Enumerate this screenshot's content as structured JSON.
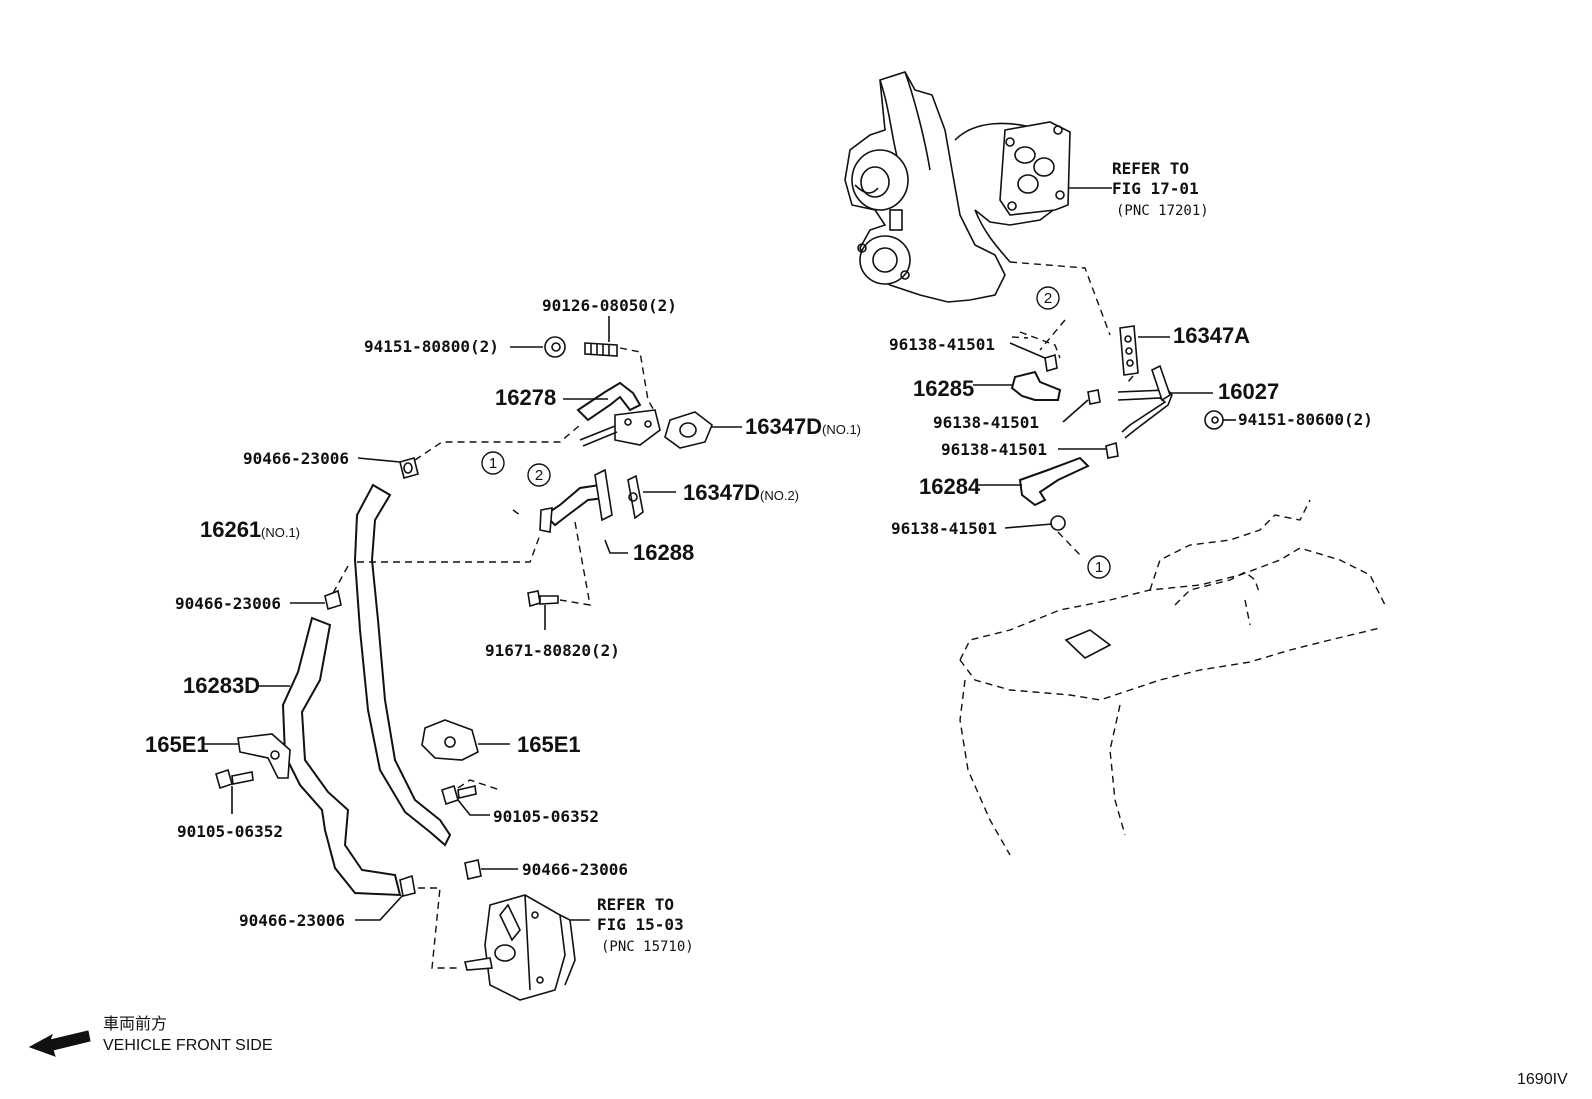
{
  "labels": {
    "p90126": "90126-08050(2)",
    "p94151a": "94151-80800(2)",
    "p16278": "16278",
    "p16347d1": "16347D",
    "p16347d1_suffix": "(NO.1)",
    "p90466a": "90466-23006",
    "p16261": "16261",
    "p16261_suffix": "(NO.1)",
    "p16347d2": "16347D",
    "p16347d2_suffix": "(NO.2)",
    "p16288": "16288",
    "p90466b": "90466-23006",
    "p91671": "91671-80820(2)",
    "p16283d": "16283D",
    "p165e1a": "165E1",
    "p165e1b": "165E1",
    "p90105a": "90105-06352",
    "p90105b": "90105-06352",
    "p90466c": "90466-23006",
    "p90466d": "90466-23006",
    "p96138a": "96138-41501",
    "p16347a": "16347A",
    "p16285": "16285",
    "p16027": "16027",
    "p96138b": "96138-41501",
    "p94151b": "94151-80600(2)",
    "p96138c": "96138-41501",
    "p16284": "16284",
    "p96138d": "96138-41501"
  },
  "references": {
    "turbo": {
      "line1": "REFER TO",
      "line2": "FIG 17-01",
      "line3": "(PNC 17201)"
    },
    "cooler": {
      "line1": "REFER TO",
      "line2": "FIG 15-03",
      "line3": "(PNC 15710)"
    }
  },
  "circle_markers": {
    "c1": "1",
    "c2": "2",
    "c3": "2",
    "c4": "1"
  },
  "legend": {
    "jp": "車両前方",
    "en": "VEHICLE FRONT SIDE"
  },
  "figure_id": "1690IV"
}
